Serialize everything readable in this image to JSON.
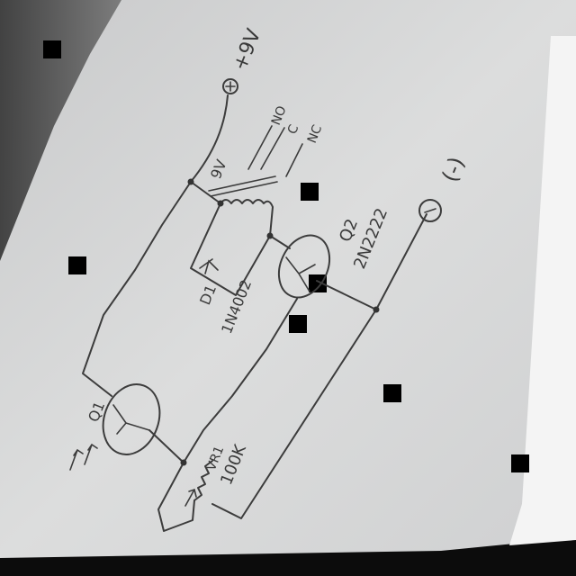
{
  "diagram": {
    "supply_label": "+9V",
    "ground_label": "(-)",
    "relay_label": "9V",
    "relay_contacts": [
      "NO",
      "C",
      "NC"
    ],
    "diode_designator": "D1",
    "diode_part": "1N4002",
    "transistor_designator": "Q2",
    "transistor_part": "2N2222",
    "phototransistor_designator": "Q1",
    "pot_designator": "VR1",
    "pot_value": "100K"
  },
  "colors": {
    "paper": "#d9dadb",
    "ink": "#3c3c3c",
    "background": "#0c0c0c"
  }
}
